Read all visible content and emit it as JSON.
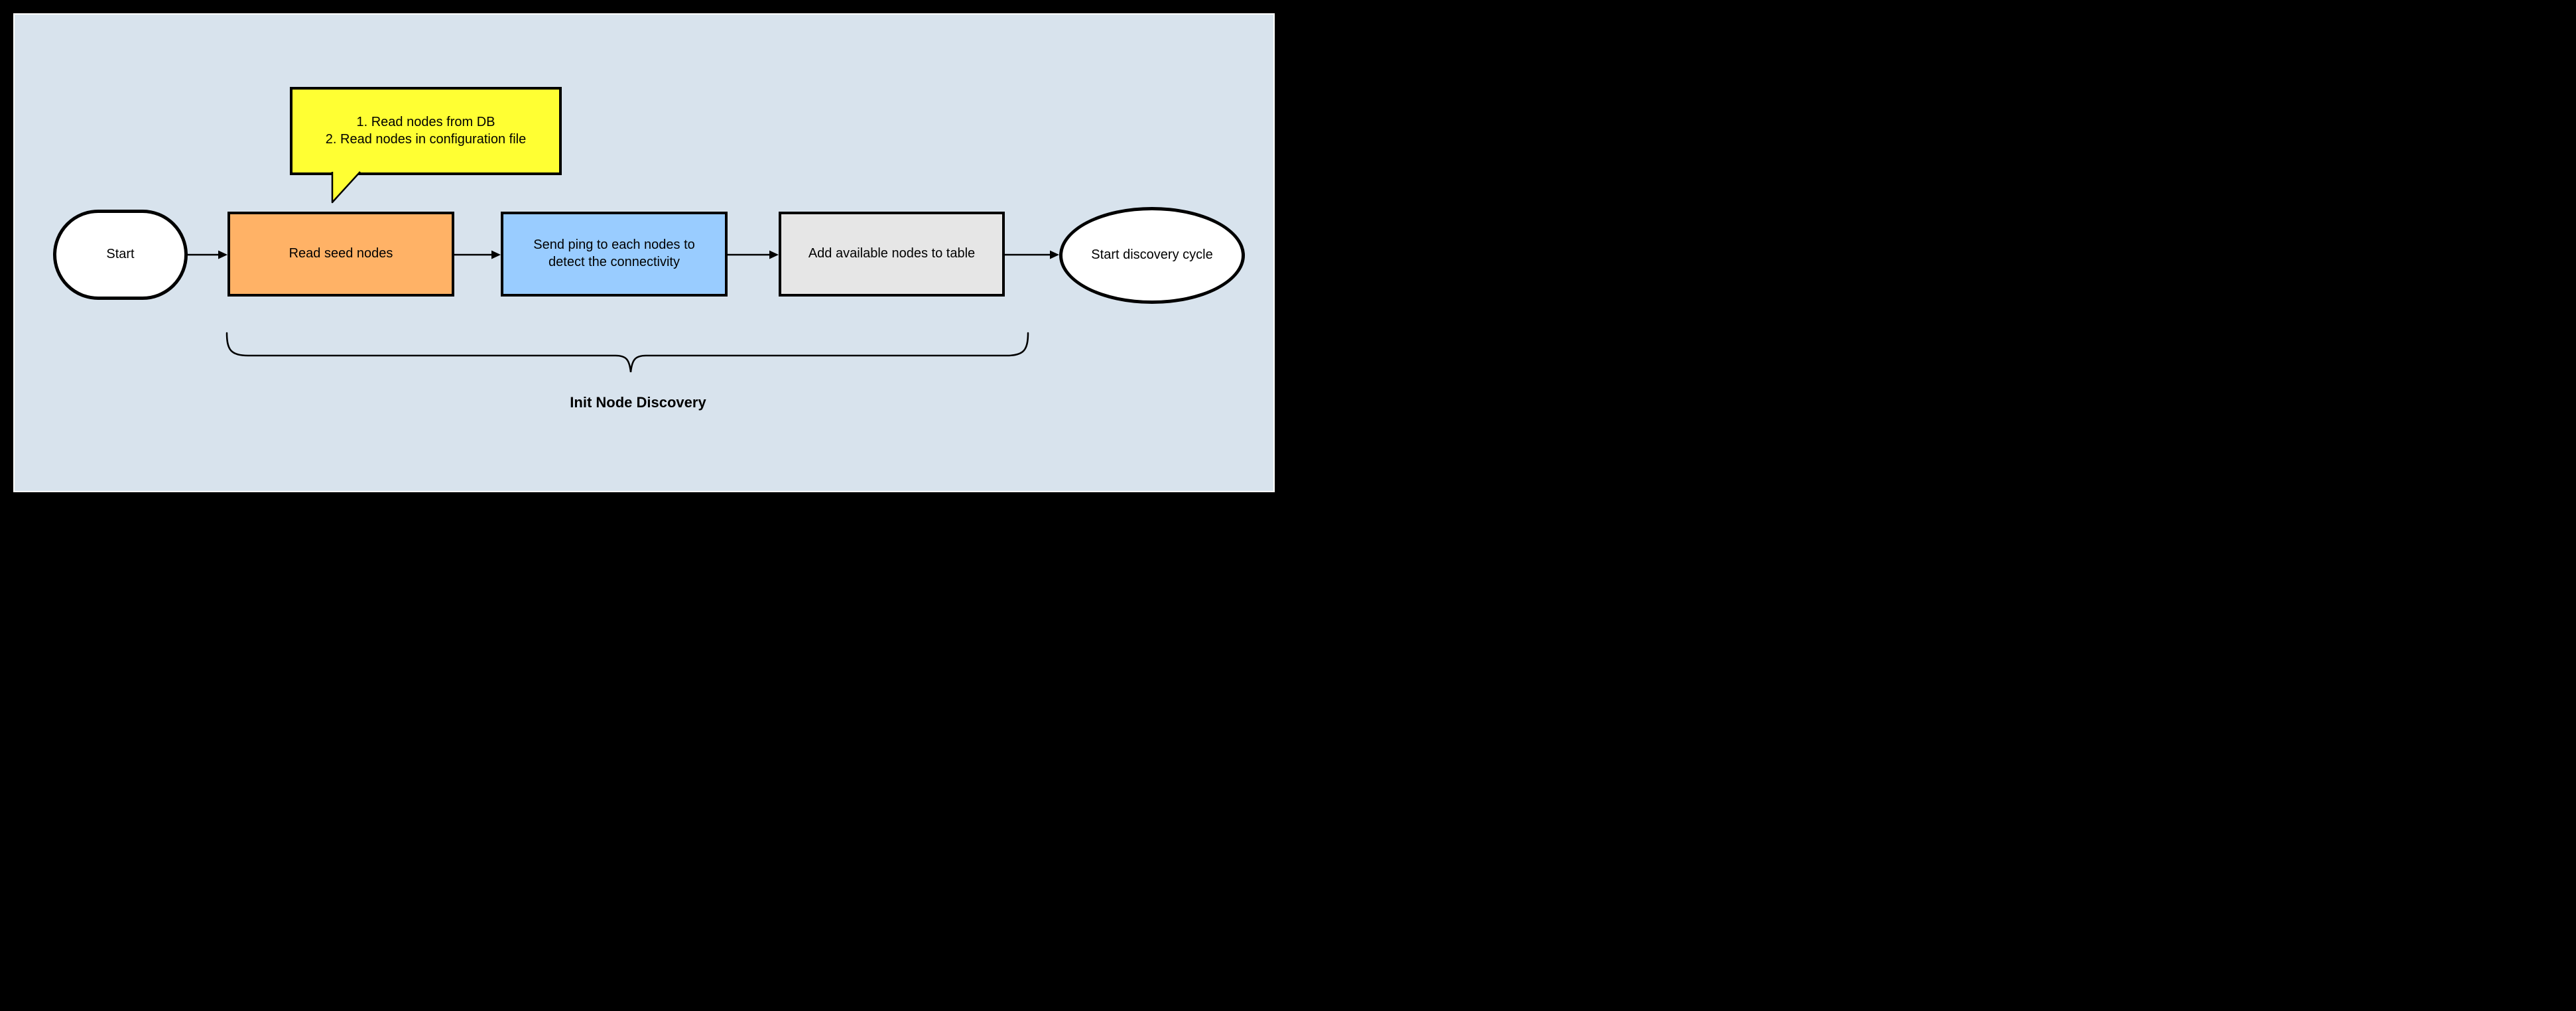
{
  "colors": {
    "page_frame": "#000000",
    "canvas_background": "#d8e3ed",
    "canvas_edge": "#ffffff",
    "shape_border": "#000000",
    "text": "#000000",
    "start_fill": "#ffffff",
    "read_seed_nodes_fill": "#ffb266",
    "send_ping_fill": "#99ccff",
    "add_available_nodes_fill": "#e6e6e6",
    "end_fill": "#ffffff",
    "callout_fill": "#ffff33"
  },
  "flowchart": {
    "start": {
      "label": "Start"
    },
    "steps": [
      {
        "label": "Read seed nodes"
      },
      {
        "label": "Send ping to each nodes to detect the connectivity"
      },
      {
        "label": "Add available nodes to table"
      }
    ],
    "end": {
      "label": "Start discovery cycle"
    },
    "callout": {
      "lines": [
        "1. Read nodes from DB",
        "2. Read nodes in configuration file"
      ]
    },
    "brace_label": "Init Node Discovery"
  }
}
